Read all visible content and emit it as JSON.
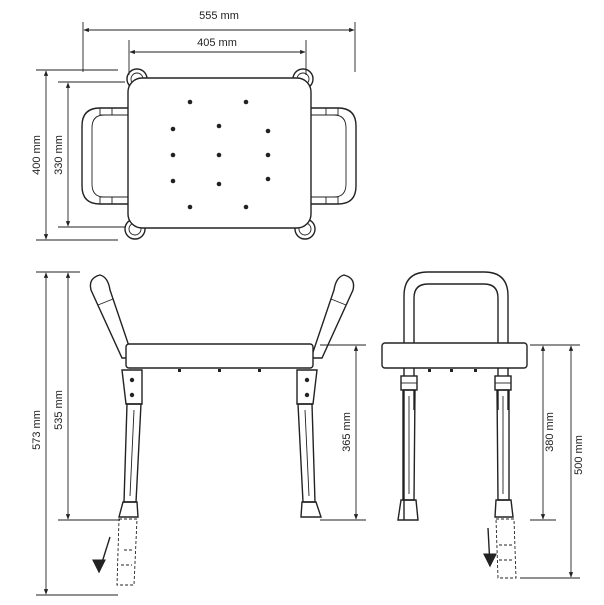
{
  "dimensions": {
    "top_total_width": "555 mm",
    "top_seat_width": "405 mm",
    "top_total_depth": "400 mm",
    "top_seat_depth": "330 mm",
    "front_total_height": "573 mm",
    "front_armrest_height": "535 mm",
    "front_seat_height": "365 mm",
    "side_seat_height": "380 mm",
    "side_total_height": "500 mm"
  }
}
